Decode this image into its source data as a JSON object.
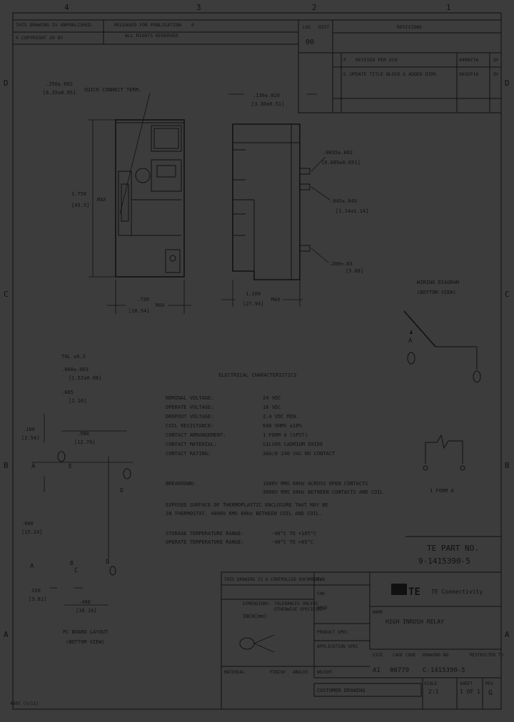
{
  "zones": {
    "top": [
      "4",
      "3",
      "2",
      "1"
    ],
    "left": [
      "D",
      "C",
      "B",
      "A"
    ],
    "right": [
      "D",
      "C",
      "B",
      "A"
    ]
  },
  "header": {
    "left_row1": "THIS DRAWING IS UNPUBLISHED.",
    "left_row2": "© COPYRIGHT 20   BY",
    "left_row2b": "ALL RIGHTS RESERVED.",
    "mid_row1": "RELEASED FOR PUBLICATION",
    "mid_num": "0",
    "revs_title": "REVISIONS",
    "loc": "LOC",
    "dist": "DIST",
    "dist_val": "00",
    "rows": [
      {
        "ltr": "F",
        "desc": "REVISED PER ECO",
        "date": "04MAY16",
        "by": "JH"
      },
      {
        "ltr": "G",
        "desc": "UPDATE TITLE BLOCK & ADDED DIMS",
        "date": "06SEP16",
        "by": "JH"
      }
    ]
  },
  "dims": {
    "term_label": "QUICK CONNECT TERM.",
    "term_w": ".250±.002",
    "term_w_mm": "[6.35±0.05]",
    "height": "1.750",
    "height_mm": "[45.5]",
    "height_max": "MAX",
    "width": ".730",
    "width_mm": "[18.54]",
    "width_max": "MAX",
    "depth": "1.100",
    "depth_mm": "[27.94]",
    "depth_max": "MAX",
    "top_dim": ".130±.020",
    "top_dim_mm": "[3.30±0.51]",
    "pin1": ".0035±.002",
    "pin1_mm": "[0.089±0.051]",
    "pin2": ".045±.045",
    "pin2_mm": "[1.14±1.14]",
    "pin3": ".200±.03",
    "pin3_mm": "[5.08]"
  },
  "wiring": {
    "title": "WIRING DIAGRAM",
    "subtitle": "(BOTTOM VIEW)",
    "form": "1 FORM A",
    "a_label": "A"
  },
  "holes": {
    "tol": "TOL ±0.3",
    "dia1": ".060±.003",
    "dia1_mm": "[1.52±0.08]",
    "dia2": ".085",
    "dia2_mm": "[2.16]",
    "d1": ".100",
    "d1_mm": "[2.54]",
    "d2": ".500",
    "d2_mm": "[12.70]",
    "d3": ".600",
    "d3_mm": "[15.24]",
    "d4": ".150",
    "d4_mm": "[3.81]",
    "d5": ".400",
    "d5_mm": "[10.16]",
    "lbl_a": "A",
    "lbl_b": "B",
    "lbl_c": "C",
    "lbl_d": "D",
    "lbl_e": "E",
    "caption1": "PC BOARD LAYOUT",
    "caption2": "(BOTTOM VIEW)"
  },
  "electrical": {
    "title": "ELECTRICAL CHARACTERISTICS",
    "rows": [
      {
        "k": "NOMINAL VOLTAGE:",
        "v": "24 VDC"
      },
      {
        "k": "OPERATE VOLTAGE:",
        "v": "18 VDC"
      },
      {
        "k": "DROPOUT VOLTAGE:",
        "v": "2.4 VDC MIN."
      },
      {
        "k": "COIL RESISTANCE:",
        "v": "640 OHMS ±10%"
      },
      {
        "k": "CONTACT ARRANGEMENT:",
        "v": "1 FORM A (SPST)"
      },
      {
        "k": "CONTACT MATERIAL:",
        "v": "SILVER CADMIUM OXIDE"
      },
      {
        "k": "CONTACT RATING:",
        "v": "30A/8 240 VAC  NO CONTACT"
      }
    ],
    "breakdown_k": "BREAKDOWN:",
    "breakdown_v1": "1000V RMS 60Hz ACROSS OPEN CONTACTS",
    "breakdown_v2": "3000V RMS 60Hz BETWEEN CONTACTS AND COIL",
    "note1": "EXPOSED SURFACE OF THERMOPLASTIC ENCLOSURE THAT MAY BE",
    "note2": "IN THERMOSTAT. 4000V RMS 60Hz BETWEEN COIL AND COIL.",
    "temp1_k": "STORAGE TEMPERATURE RANGE:",
    "temp1_v": "-40°C TO +105°C",
    "temp2_k": "OPERATE TEMPERATURE RANGE:",
    "temp2_v": "-40°C TO +85°C"
  },
  "part": {
    "label": "TE PART NO.",
    "number": "9-1415390-5"
  },
  "titleblock": {
    "note": "THIS DRAWING IS A CONTROLLED DOCUMENT.",
    "dimensions": "DIMENSIONS:",
    "tolerances": "TOLERANCES UNLESS",
    "otherwise": "OTHERWISE SPECIFIED:",
    "units": "INCH[mm]",
    "drwn": "DWN",
    "chk": "CHK",
    "appvd": "APVD",
    "drawn_by": "CUSTOMER DRAWING",
    "logo": "TE",
    "company": "TE Connectivity",
    "name_lbl": "NAME",
    "title": "HIGH INRUSH RELAY",
    "size_lbl": "SIZE",
    "cage_lbl": "CAGE CODE",
    "dwg_lbl": "DRAWING NO",
    "rest_lbl": "RESTRICTED TO",
    "size": "A1",
    "cage": "00779",
    "dwg": "C-1415390-5",
    "scale_lbl": "SCALE",
    "scale": "2:1",
    "sheet_lbl": "SHEET",
    "sheet": "1 OF 1",
    "rev_lbl": "REV",
    "rev": "G",
    "material": "MATERIAL",
    "finish": "FINISH",
    "product_spec": "PRODUCT SPEC",
    "app_spec": "APPLICATION SPEC",
    "weight": "WEIGHT",
    "angles": "ANGLES",
    "form_no": "4805 (3/11)"
  }
}
